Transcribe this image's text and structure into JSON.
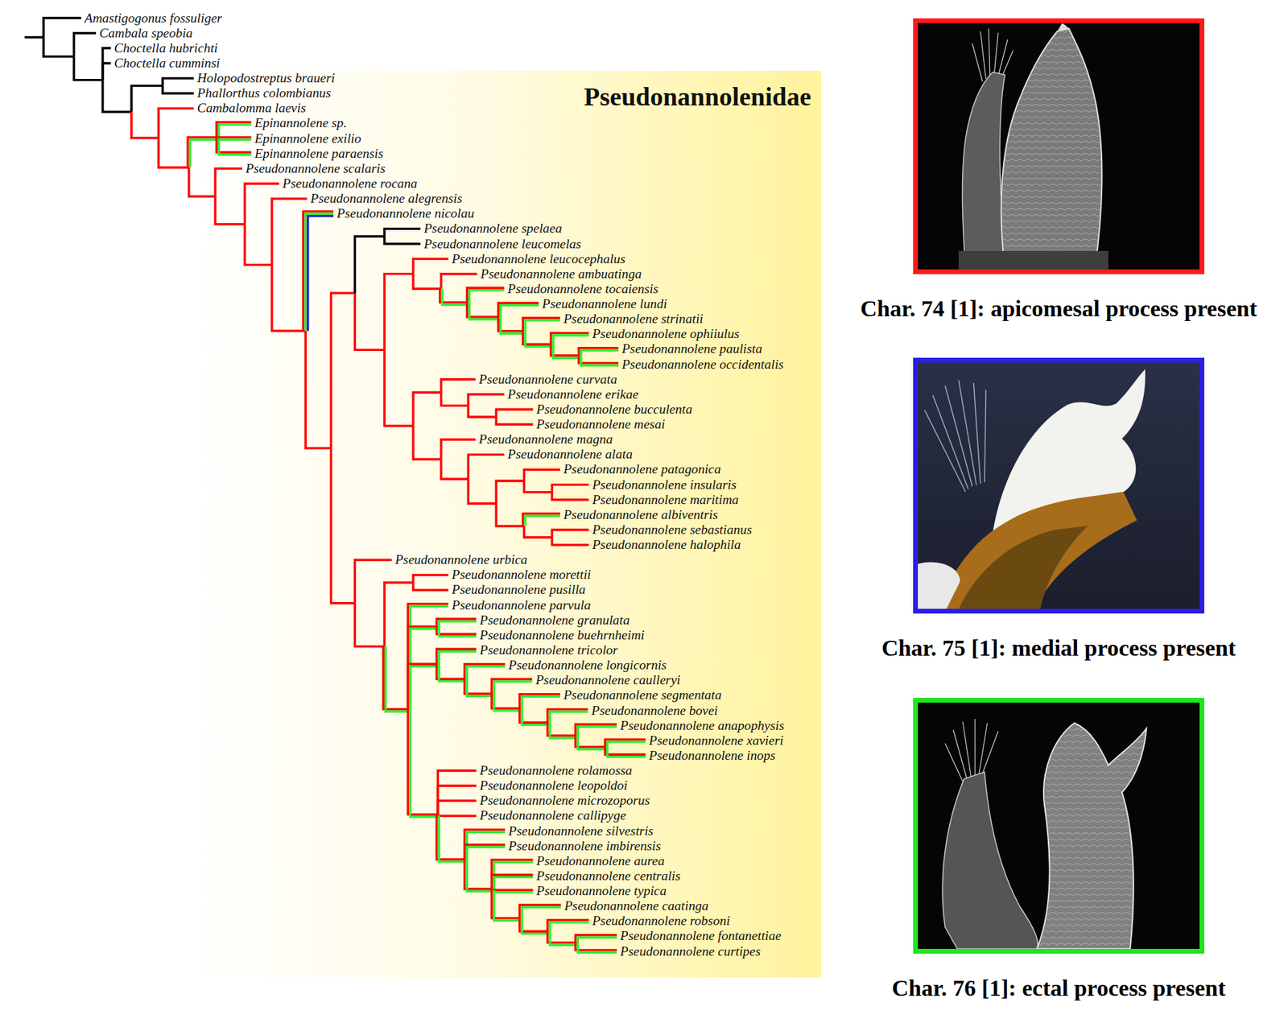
{
  "diagram": {
    "nodes": [
      {
        "text": [
          "Pseudonannolenidae"
        ]
      },
      {
        "text": [
          "Char. 74 [1]: apicomesal process present"
        ]
      },
      {
        "text": [
          "Char. 75 [1]: medial process present"
        ]
      },
      {
        "text": [
          "Char. 76 [1]: ectal process present"
        ]
      }
    ],
    "labels": [
      "Amastigogonus fossuliger",
      "Cambala speobia",
      "Choctella hubrichti",
      "Choctella cumminsi",
      "Holopodostreptus braueri",
      "Phallorthus colombianus",
      "Cambalomma laevis",
      "Epinannolene sp.",
      "Epinannolene exilio",
      "Epinannolene paraensis",
      "Pseudonannolene scalaris",
      "Pseudonannolene rocana",
      "Pseudonannolene alegrensis",
      "Pseudonannolene nicolau",
      "Pseudonannolene spelaea",
      "Pseudonannolene leucomelas",
      "Pseudonannolene leucocephalus",
      "Pseudonannolene ambuatinga",
      "Pseudonannolene tocaiensis",
      "Pseudonannolene lundi",
      "Pseudonannolene strinatii",
      "Pseudonannolene ophiiulus",
      "Pseudonannolene paulista",
      "Pseudonannolene occidentalis",
      "Pseudonannolene curvata",
      "Pseudonannolene erikae",
      "Pseudonannolene bucculenta",
      "Pseudonannolene mesai",
      "Pseudonannolene magna",
      "Pseudonannolene alata",
      "Pseudonannolene patagonica",
      "Pseudonannolene insularis",
      "Pseudonannolene maritima",
      "Pseudonannolene albiventris",
      "Pseudonannolene sebastianus",
      "Pseudonannolene halophila",
      "Pseudonannolene urbica",
      "Pseudonannolene morettii",
      "Pseudonannolene pusilla",
      "Pseudonannolene parvula",
      "Pseudonannolene granulata",
      "Pseudonannolene buehrnheimi",
      "Pseudonannolene tricolor",
      "Pseudonannolene longicornis",
      "Pseudonannolene caulleryi",
      "Pseudonannolene segmentata",
      "Pseudonannolene bovei",
      "Pseudonannolene anapophysis",
      "Pseudonannolene xavieri",
      "Pseudonannolene inops",
      "Pseudonannolene rolamossa",
      "Pseudonannolene leopoldoi",
      "Pseudonannolene microzoporus",
      "Pseudonannolene callipyge",
      "Pseudonannolene silvestris",
      "Pseudonannolene imbirensis",
      "Pseudonannolene aurea",
      "Pseudonannolene centralis",
      "Pseudonannolene typica",
      "Pseudonannolene caatinga",
      "Pseudonannolene robsoni",
      "Pseudonannolene fontanettiae",
      "Pseudonannolene curtipes"
    ]
  }
}
